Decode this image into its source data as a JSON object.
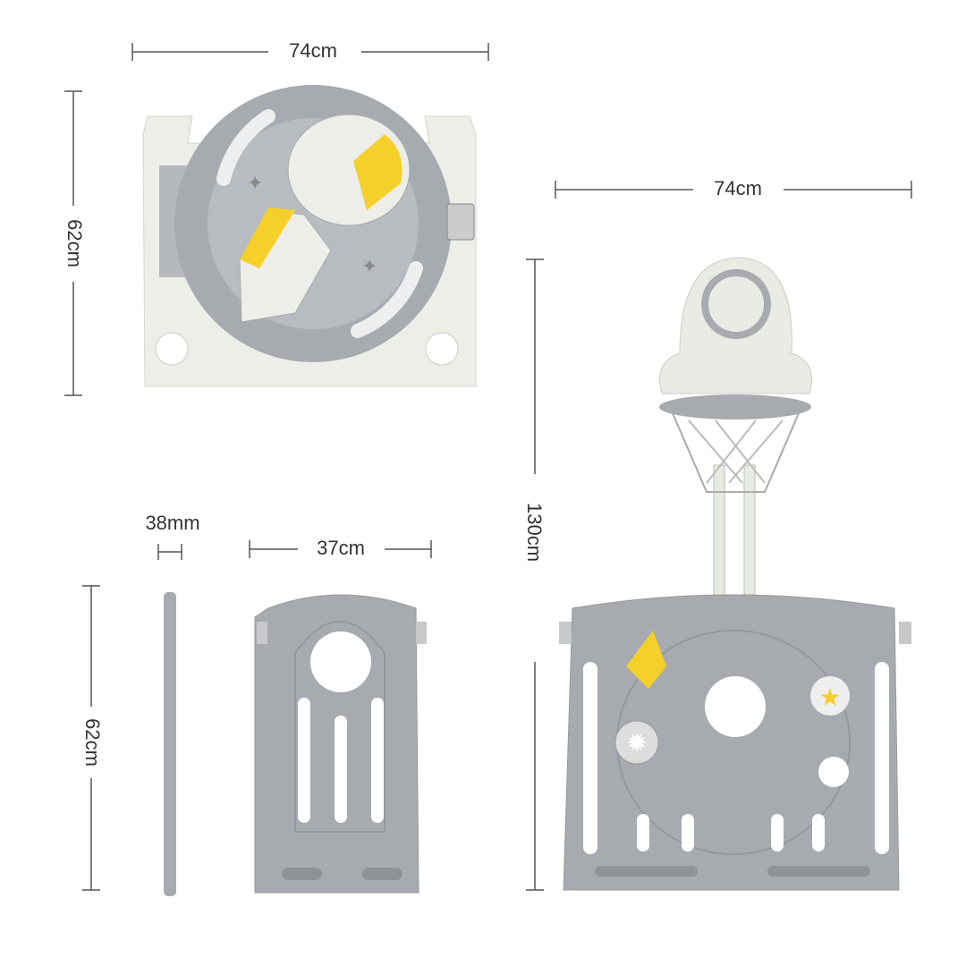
{
  "dimensions": {
    "panel_a_width": "74cm",
    "panel_a_height": "62cm",
    "thickness": "38mm",
    "panel_b_width": "37cm",
    "panel_b_height": "62cm",
    "hoop_panel_width": "74cm",
    "hoop_panel_height": "130cm"
  },
  "colors": {
    "panel_gray": "#a7abb0",
    "panel_white": "#eeeee9",
    "accent_yellow": "#f5d02a",
    "line": "#555555"
  }
}
